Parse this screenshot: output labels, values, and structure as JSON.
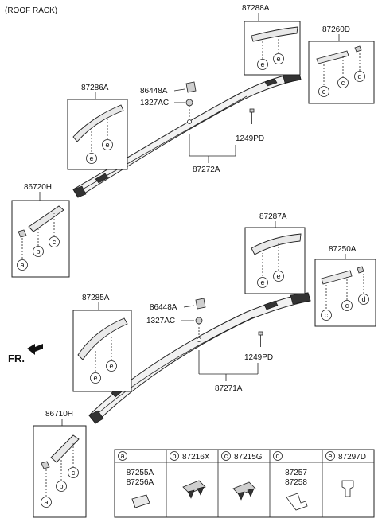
{
  "title": "(ROOF RACK)",
  "fr_label": "FR.",
  "upper_assembly": {
    "box_87288A": {
      "code": "87288A",
      "callouts": [
        "e",
        "e"
      ]
    },
    "box_87260D": {
      "code": "87260D",
      "callouts": [
        "c",
        "c",
        "d"
      ]
    },
    "box_87286A": {
      "code": "87286A",
      "callouts": [
        "e",
        "e"
      ]
    },
    "box_86720H": {
      "code": "86720H",
      "callouts": [
        "a",
        "b",
        "c"
      ]
    },
    "clip_code": "86448A",
    "nut_code": "1327AC",
    "bolt_code": "1249PD",
    "rail_code": "87272A"
  },
  "lower_assembly": {
    "box_87287A": {
      "code": "87287A",
      "callouts": [
        "e",
        "e"
      ]
    },
    "box_87250A": {
      "code": "87250A",
      "callouts": [
        "c",
        "c",
        "d"
      ]
    },
    "box_87285A": {
      "code": "87285A",
      "callouts": [
        "e",
        "e"
      ]
    },
    "box_86710H": {
      "code": "86710H",
      "callouts": [
        "a",
        "b",
        "c"
      ]
    },
    "clip_code": "86448A",
    "nut_code": "1327AC",
    "bolt_code": "1249PD",
    "rail_code": "87271A"
  },
  "legend": [
    {
      "letter": "a",
      "header_code": "",
      "codes": [
        "87255A",
        "87256A"
      ]
    },
    {
      "letter": "b",
      "header_code": "87216X",
      "codes": []
    },
    {
      "letter": "c",
      "header_code": "87215G",
      "codes": []
    },
    {
      "letter": "d",
      "header_code": "",
      "codes": [
        "87257",
        "87258"
      ]
    },
    {
      "letter": "e",
      "header_code": "87297D",
      "codes": []
    }
  ]
}
